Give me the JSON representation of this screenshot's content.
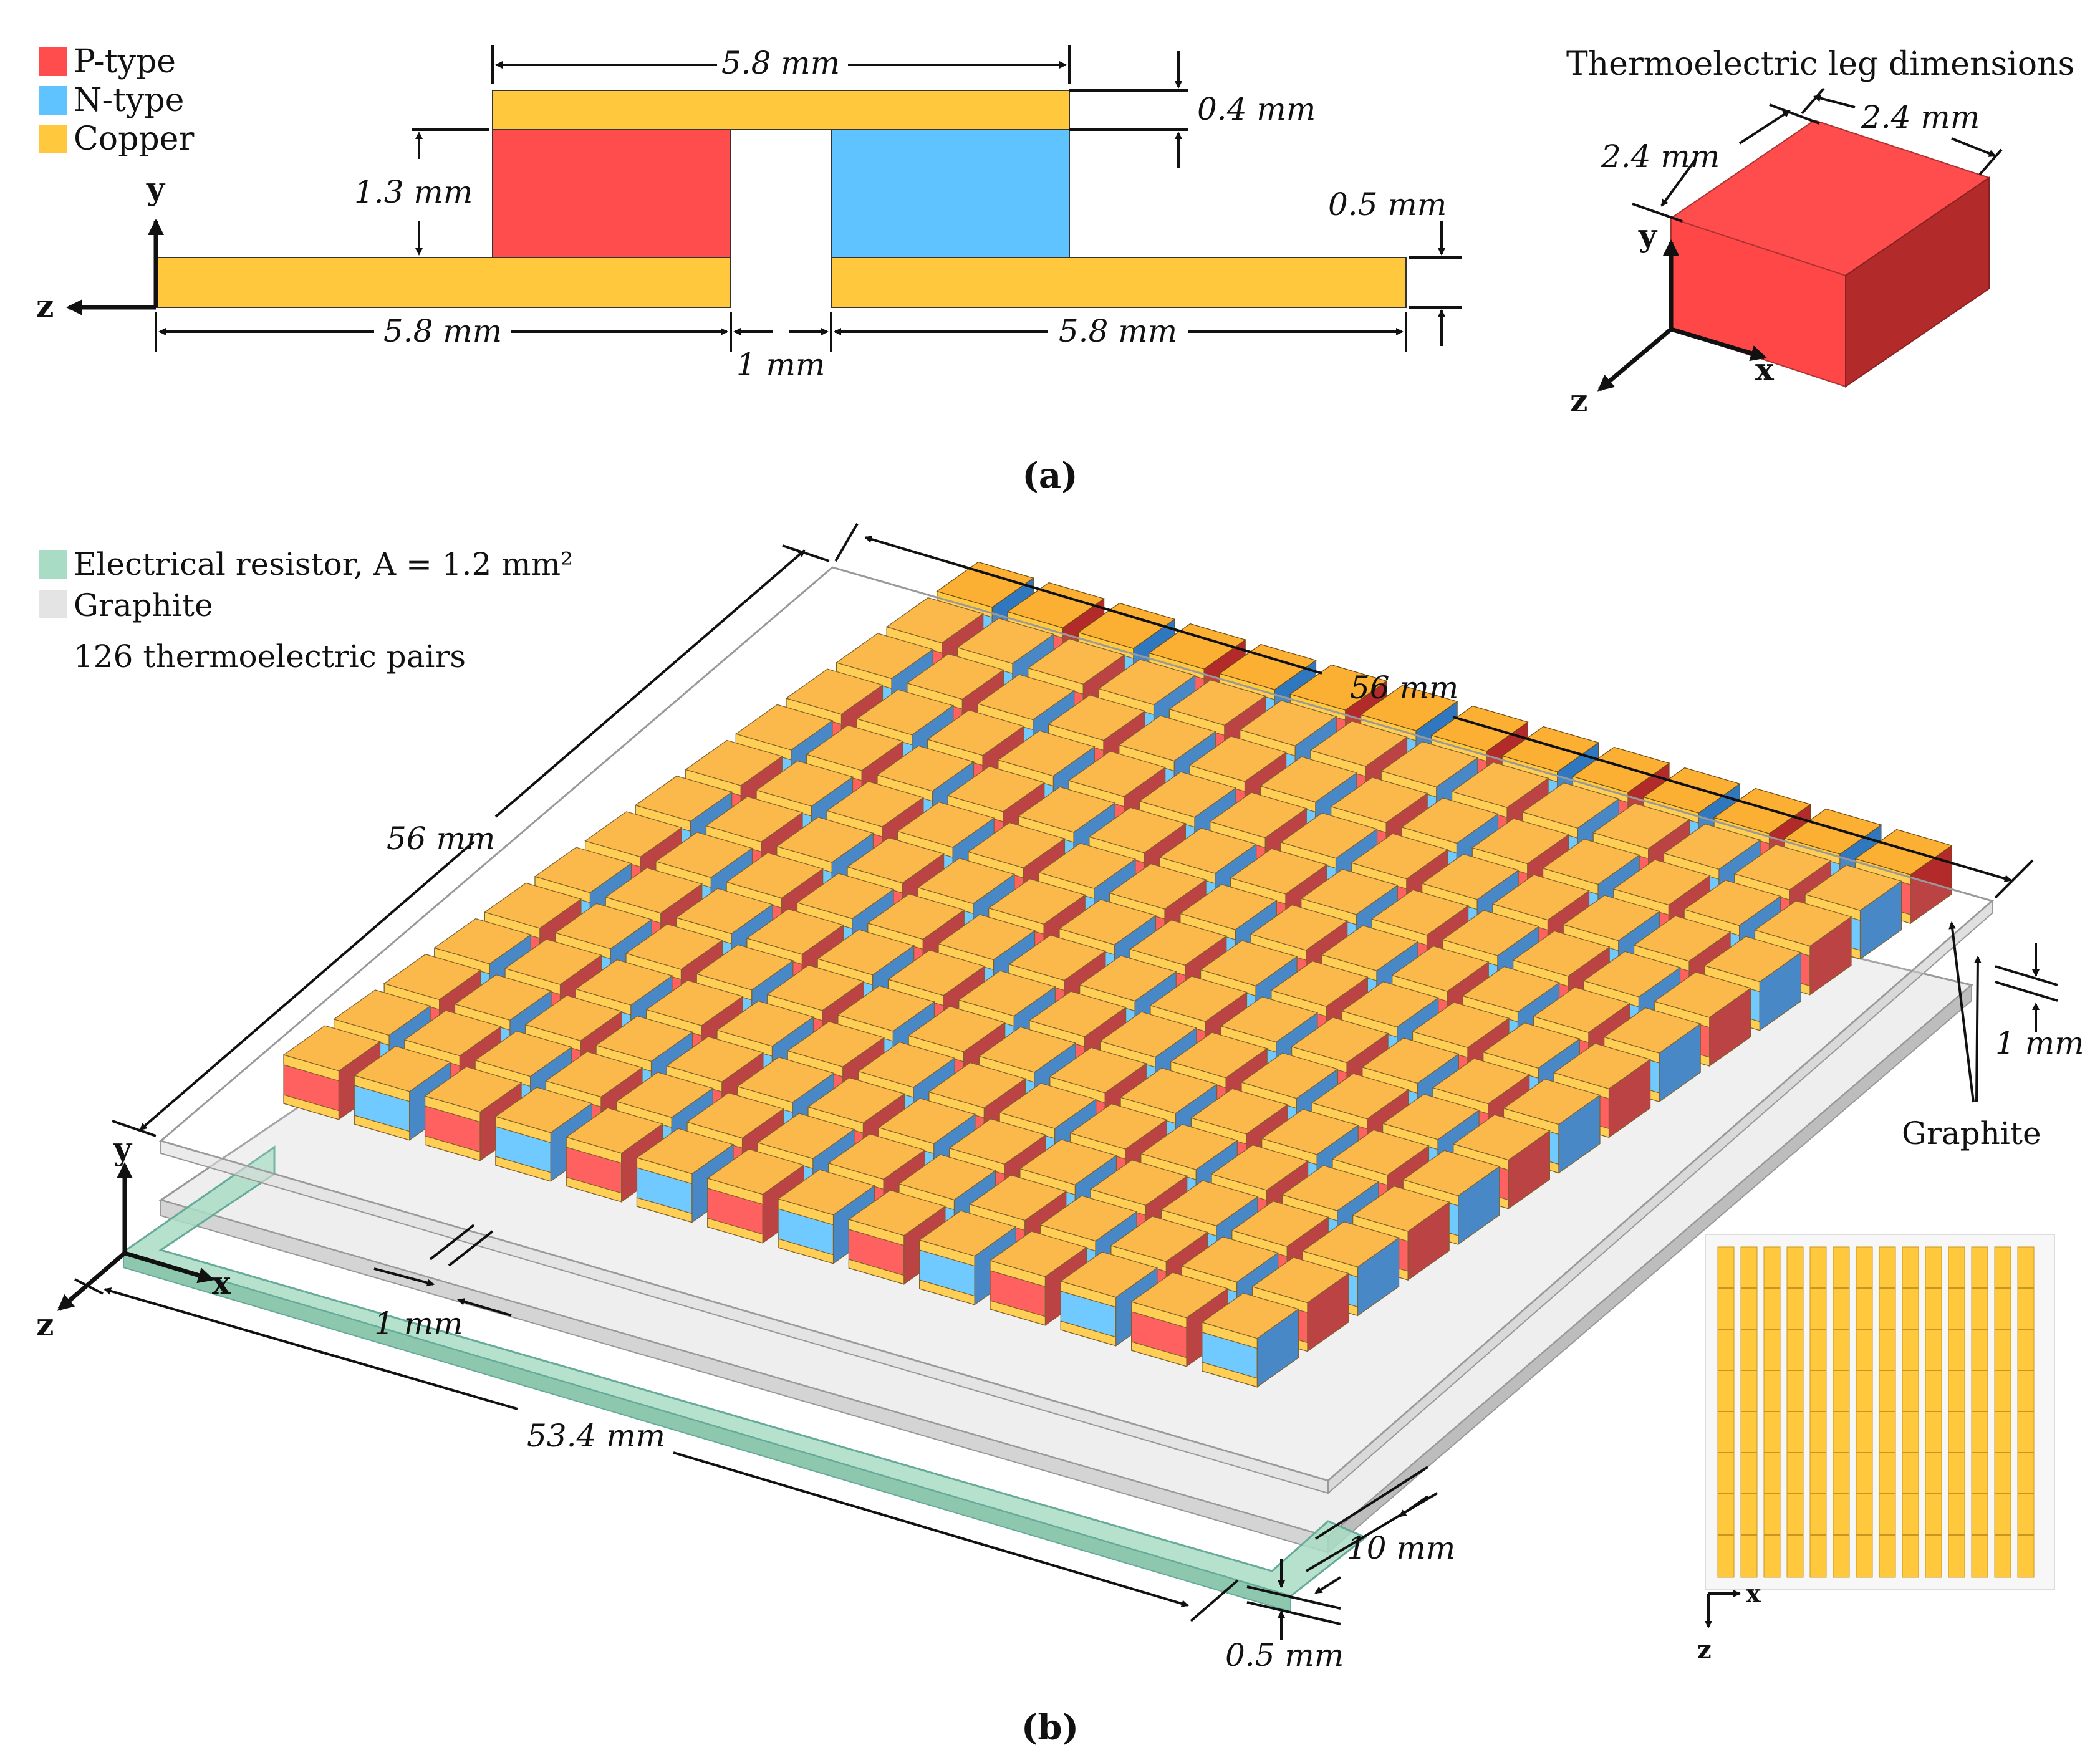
{
  "colors": {
    "p_type": "#FF4C4C",
    "n_type": "#5EC3FF",
    "copper": "#FFC83D",
    "copper_top": "#FBB034",
    "resistor": "#A8DCC4",
    "graphite": "#E4E4E4",
    "p_side": "#B22A2A",
    "n_side": "#2F78C0"
  },
  "panel_a": {
    "legend": [
      {
        "label": "P-type",
        "color_key": "p_type"
      },
      {
        "label": "N-type",
        "color_key": "n_type"
      },
      {
        "label": "Copper",
        "color_key": "copper"
      }
    ],
    "dims": {
      "top_width": "5.8 mm",
      "copper_thickness": "0.4 mm",
      "leg_height": "1.3 mm",
      "bottom_thickness": "0.5 mm",
      "bottom_left": "5.8 mm",
      "gap": "1 mm",
      "bottom_right": "5.8 mm"
    },
    "axes": {
      "y": "y",
      "z": "z"
    },
    "leg_title": "Thermoelectric leg dimensions",
    "leg_dims": {
      "depth": "2.4 mm",
      "width": "2.4 mm"
    },
    "leg_axes": {
      "x": "x",
      "y": "y",
      "z": "z"
    },
    "caption": "(a)"
  },
  "panel_b": {
    "legend": [
      {
        "label": "Electrical resistor, A = 1.2 mm²",
        "color_key": "resistor"
      },
      {
        "label": "Graphite",
        "color_key": "graphite"
      }
    ],
    "pairs_note": "126 thermoelectric pairs",
    "dims": {
      "length_top": "56 mm",
      "length_left": "56 mm",
      "plate_gap": "1 mm",
      "leg_gap": "1 mm",
      "resistor_length": "53.4 mm",
      "offset": "10 mm",
      "resistor_thickness": "0.5 mm"
    },
    "graphite_label": "Graphite",
    "axes": {
      "x": "x",
      "y": "y",
      "z": "z"
    },
    "inset_axes": {
      "x": "x",
      "z": "z"
    },
    "caption": "(b)"
  }
}
